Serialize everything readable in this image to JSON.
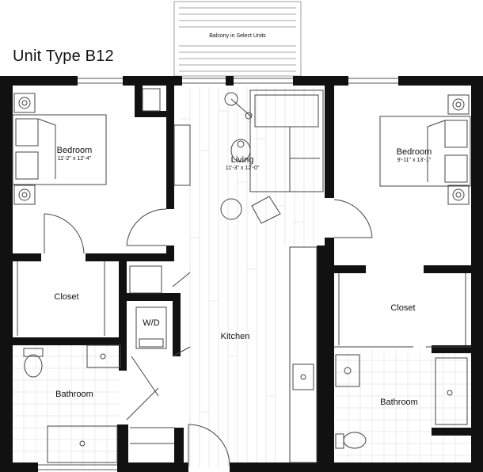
{
  "title": "Unit Type B12",
  "balcony": "Balcony in Select Units",
  "rooms": {
    "bedroom_left": {
      "name": "Bedroom",
      "dims": "11'-2\" x 12'-4\""
    },
    "living": {
      "name": "Living",
      "dims": "11'-3\" x 12'-0\""
    },
    "bedroom_right": {
      "name": "Bedroom",
      "dims": "9'-11\" x 13'-1\""
    },
    "closet_left": {
      "name": "Closet"
    },
    "closet_right": {
      "name": "Closet"
    },
    "laundry": {
      "name": "W/D"
    },
    "kitchen": {
      "name": "Kitchen"
    },
    "bath_left": {
      "name": "Bathroom"
    },
    "bath_right": {
      "name": "Bathroom"
    }
  },
  "colors": {
    "wall": "#111111",
    "line": "#555555",
    "floor_line": "#dddddd"
  }
}
